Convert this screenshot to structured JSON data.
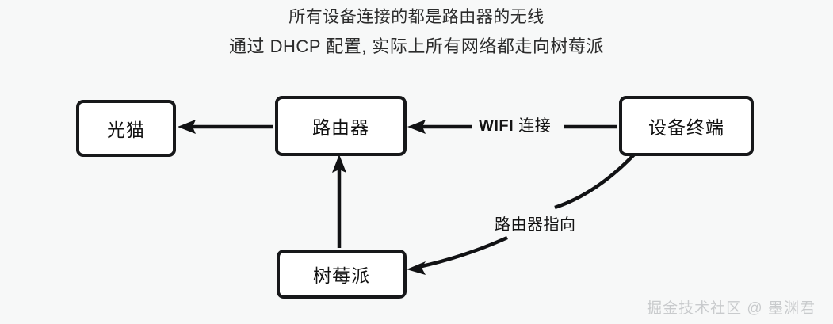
{
  "canvas": {
    "background_color": "#f7f8f8",
    "stroke_color": "#111214",
    "node_fill": "#ffffff"
  },
  "caption": {
    "line1": "所有设备连接的都是路由器的无线",
    "line2": "通过 DHCP 配置, 实际上所有网络都走向树莓派"
  },
  "nodes": [
    {
      "id": "modem",
      "label": "光猫"
    },
    {
      "id": "router",
      "label": "路由器"
    },
    {
      "id": "device",
      "label": "设备终端"
    },
    {
      "id": "rpi",
      "label": "树莓派"
    }
  ],
  "edges": [
    {
      "id": "router-to-modem",
      "from": "router",
      "to": "modem",
      "label": "",
      "style": "straight-arrow"
    },
    {
      "id": "device-to-router",
      "from": "device",
      "to": "router",
      "label_en": "WIFI",
      "label_cn": "连接",
      "style": "straight-arrow"
    },
    {
      "id": "rpi-to-router",
      "from": "rpi",
      "to": "router",
      "label": "",
      "style": "straight-arrow"
    },
    {
      "id": "device-to-rpi",
      "from": "device",
      "to": "rpi",
      "label": "路由器指向",
      "style": "curved-arrow"
    }
  ],
  "watermark": {
    "text": "掘金技术社区 @ 墨渊君",
    "color": "#c9cbcd"
  }
}
